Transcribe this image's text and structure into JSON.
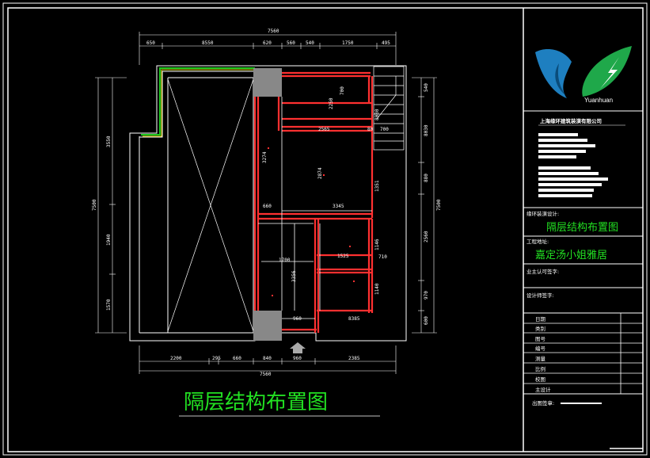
{
  "drawing": {
    "title": "隔层结构布置图",
    "dims_top": [
      "7560",
      "650",
      "8550",
      "620",
      "560",
      "540",
      "1750",
      "495"
    ],
    "dims_bottom": [
      "2200",
      "295",
      "660",
      "840",
      "960",
      "2385",
      "7560"
    ],
    "dims_left": [
      "7500",
      "3550",
      "1940",
      "1570"
    ],
    "dims_right": [
      "7500",
      "540",
      "8030",
      "880",
      "2560",
      "970",
      "600"
    ],
    "dims_inner": [
      "2565",
      "80",
      "700",
      "2874",
      "3274",
      "660",
      "3345",
      "1700",
      "1525",
      "3356",
      "960",
      "8385",
      "1146",
      "1140",
      "710",
      "2250",
      "1351",
      "8030",
      "700"
    ]
  },
  "titleblock": {
    "logo_text": "Yuanhuan",
    "company": "上海缘环建筑装潢有限公司",
    "designer_label": "缘环装潢设计:",
    "drawing_name": "隔层结构布置图",
    "address_label": "工程地址:",
    "address": "嘉定汤小姐雅居",
    "owner_label": "业主认可签字:",
    "designer_sign_label": "设计师签字:",
    "fields": [
      "日期",
      "类别",
      "图号",
      "编号",
      "测量",
      "比例",
      "校图",
      "主设计"
    ],
    "out_label": "出图签章:"
  },
  "colors": {
    "wall": "#ff3030",
    "title_green": "#22e022",
    "logo_blue": "#1e7fc0",
    "logo_green": "#1fa84a",
    "column": "#888888"
  }
}
